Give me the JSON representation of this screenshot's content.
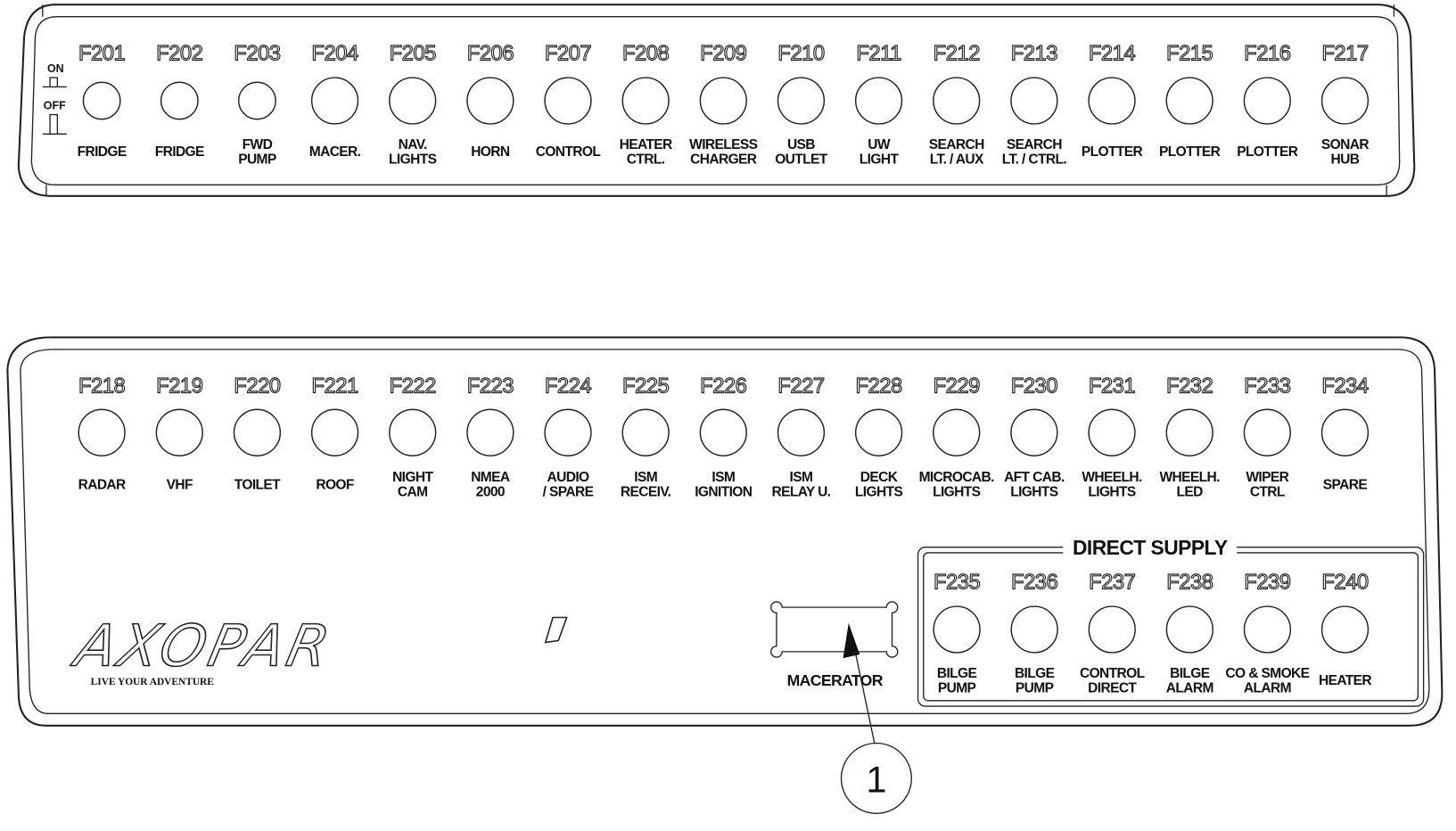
{
  "switch_legend": {
    "on": "ON",
    "off": "OFF"
  },
  "top_panel": {
    "fuses": [
      {
        "code": "F201",
        "label": [
          "FRIDGE"
        ]
      },
      {
        "code": "F202",
        "label": [
          "FRIDGE"
        ]
      },
      {
        "code": "F203",
        "label": [
          "FWD",
          "PUMP"
        ]
      },
      {
        "code": "F204",
        "label": [
          "MACER."
        ]
      },
      {
        "code": "F205",
        "label": [
          "NAV.",
          "LIGHTS"
        ]
      },
      {
        "code": "F206",
        "label": [
          "HORN"
        ]
      },
      {
        "code": "F207",
        "label": [
          "CONTROL"
        ]
      },
      {
        "code": "F208",
        "label": [
          "HEATER",
          "CTRL."
        ]
      },
      {
        "code": "F209",
        "label": [
          "WIRELESS",
          "CHARGER"
        ]
      },
      {
        "code": "F210",
        "label": [
          "USB",
          "OUTLET"
        ]
      },
      {
        "code": "F211",
        "label": [
          "UW",
          "LIGHT"
        ]
      },
      {
        "code": "F212",
        "label": [
          "SEARCH",
          "LT. / AUX"
        ]
      },
      {
        "code": "F213",
        "label": [
          "SEARCH",
          "LT. / CTRL."
        ]
      },
      {
        "code": "F214",
        "label": [
          "PLOTTER"
        ]
      },
      {
        "code": "F215",
        "label": [
          "PLOTTER"
        ]
      },
      {
        "code": "F216",
        "label": [
          "PLOTTER"
        ]
      },
      {
        "code": "F217",
        "label": [
          "SONAR",
          "HUB"
        ]
      }
    ]
  },
  "bottom_panel": {
    "fuses": [
      {
        "code": "F218",
        "label": [
          "RADAR"
        ]
      },
      {
        "code": "F219",
        "label": [
          "VHF"
        ]
      },
      {
        "code": "F220",
        "label": [
          "TOILET"
        ]
      },
      {
        "code": "F221",
        "label": [
          "ROOF"
        ]
      },
      {
        "code": "F222",
        "label": [
          "NIGHT",
          "CAM"
        ]
      },
      {
        "code": "F223",
        "label": [
          "NMEA",
          "2000"
        ]
      },
      {
        "code": "F224",
        "label": [
          "AUDIO",
          "/ SPARE"
        ]
      },
      {
        "code": "F225",
        "label": [
          "ISM",
          "RECEIV."
        ]
      },
      {
        "code": "F226",
        "label": [
          "ISM",
          "IGNITION"
        ]
      },
      {
        "code": "F227",
        "label": [
          "ISM",
          "RELAY U."
        ]
      },
      {
        "code": "F228",
        "label": [
          "DECK",
          "LIGHTS"
        ]
      },
      {
        "code": "F229",
        "label": [
          "MICROCAB.",
          "LIGHTS"
        ]
      },
      {
        "code": "F230",
        "label": [
          "AFT CAB.",
          "LIGHTS"
        ]
      },
      {
        "code": "F231",
        "label": [
          "WHEELH.",
          "LIGHTS"
        ]
      },
      {
        "code": "F232",
        "label": [
          "WHEELH.",
          "LED"
        ]
      },
      {
        "code": "F233",
        "label": [
          "WIPER",
          "CTRL"
        ]
      },
      {
        "code": "F234",
        "label": [
          "SPARE"
        ]
      }
    ],
    "direct_supply": {
      "title": "DIRECT SUPPLY",
      "fuses": [
        {
          "code": "F235",
          "label": [
            "BILGE",
            "PUMP"
          ]
        },
        {
          "code": "F236",
          "label": [
            "BILGE",
            "PUMP"
          ]
        },
        {
          "code": "F237",
          "label": [
            "CONTROL",
            "DIRECT"
          ]
        },
        {
          "code": "F238",
          "label": [
            "BILGE",
            "ALARM"
          ]
        },
        {
          "code": "F239",
          "label": [
            "CO & SMOKE",
            "ALARM"
          ]
        },
        {
          "code": "F240",
          "label": [
            "HEATER"
          ]
        }
      ]
    },
    "macerator_label": "MACERATOR",
    "logo": {
      "brand": "AXOPAR",
      "tagline": "LIVE YOUR ADVENTURE"
    }
  },
  "callout": {
    "number": "1"
  }
}
